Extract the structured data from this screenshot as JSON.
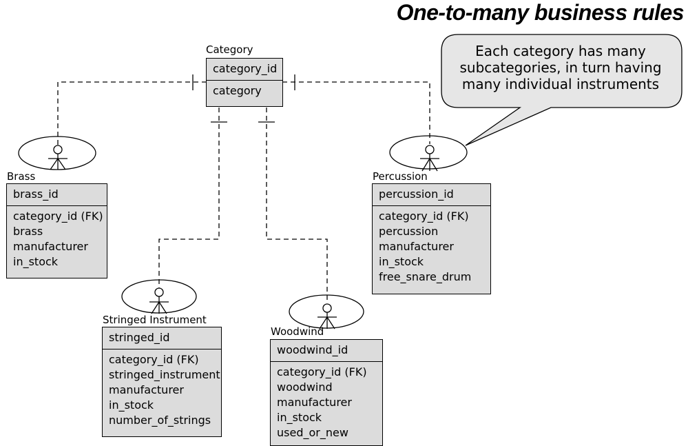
{
  "title": "One-to-many business rules",
  "callout": {
    "lines": [
      "Each category has many",
      "subcategories, in turn having",
      "many individual instruments"
    ]
  },
  "entities": {
    "category": {
      "name": "Category",
      "pk": "category_id",
      "attrs": [
        "category"
      ]
    },
    "brass": {
      "name": "Brass",
      "pk": "brass_id",
      "attrs": [
        "category_id (FK)",
        "brass",
        "manufacturer",
        "in_stock"
      ]
    },
    "percussion": {
      "name": "Percussion",
      "pk": "percussion_id",
      "attrs": [
        "category_id (FK)",
        "percussion",
        "manufacturer",
        "in_stock",
        "free_snare_drum"
      ]
    },
    "stringed": {
      "name": "Stringed Instrument",
      "pk": "stringed_id",
      "attrs": [
        "category_id (FK)",
        "stringed_instrument",
        "manufacturer",
        "in_stock",
        "number_of_strings"
      ]
    },
    "woodwind": {
      "name": "Woodwind",
      "pk": "woodwind_id",
      "attrs": [
        "category_id (FK)",
        "woodwind",
        "manufacturer",
        "in_stock",
        "used_or_new"
      ]
    }
  }
}
